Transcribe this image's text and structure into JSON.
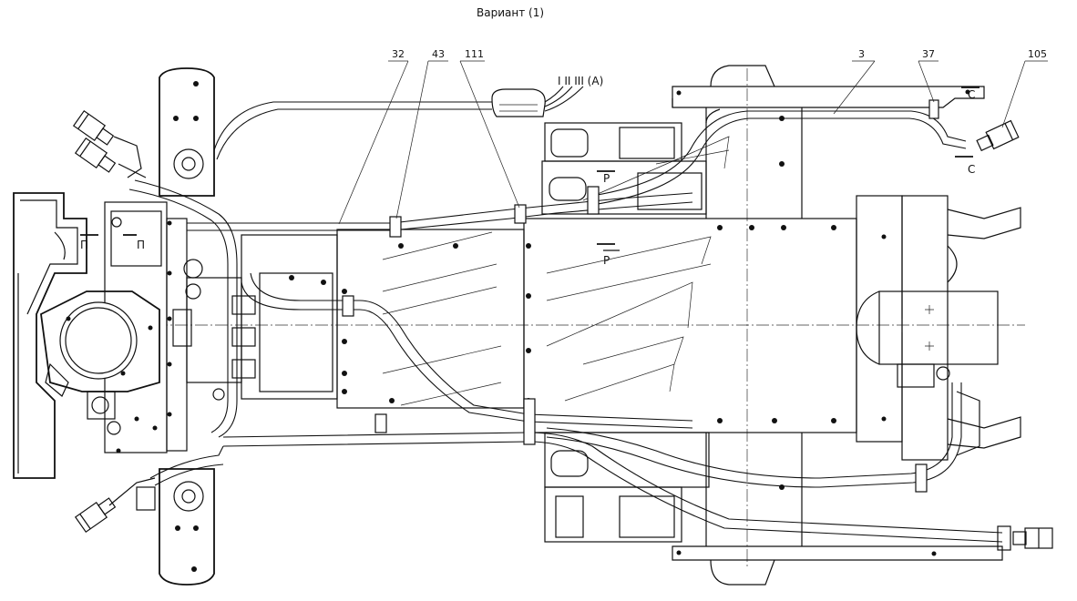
{
  "title": "Вариант (1)",
  "callouts": [
    {
      "id": "32",
      "label": "32"
    },
    {
      "id": "43",
      "label": "43"
    },
    {
      "id": "111",
      "label": "111"
    },
    {
      "id": "3",
      "label": "3"
    },
    {
      "id": "37",
      "label": "37"
    },
    {
      "id": "105",
      "label": "105"
    }
  ],
  "view_marker": "I II III (A)",
  "section_marks": {
    "p_upper": "P",
    "p_lower": "P",
    "c_upper": "C",
    "c_lower": "C",
    "pi_left": "П",
    "pi_right": "П"
  }
}
